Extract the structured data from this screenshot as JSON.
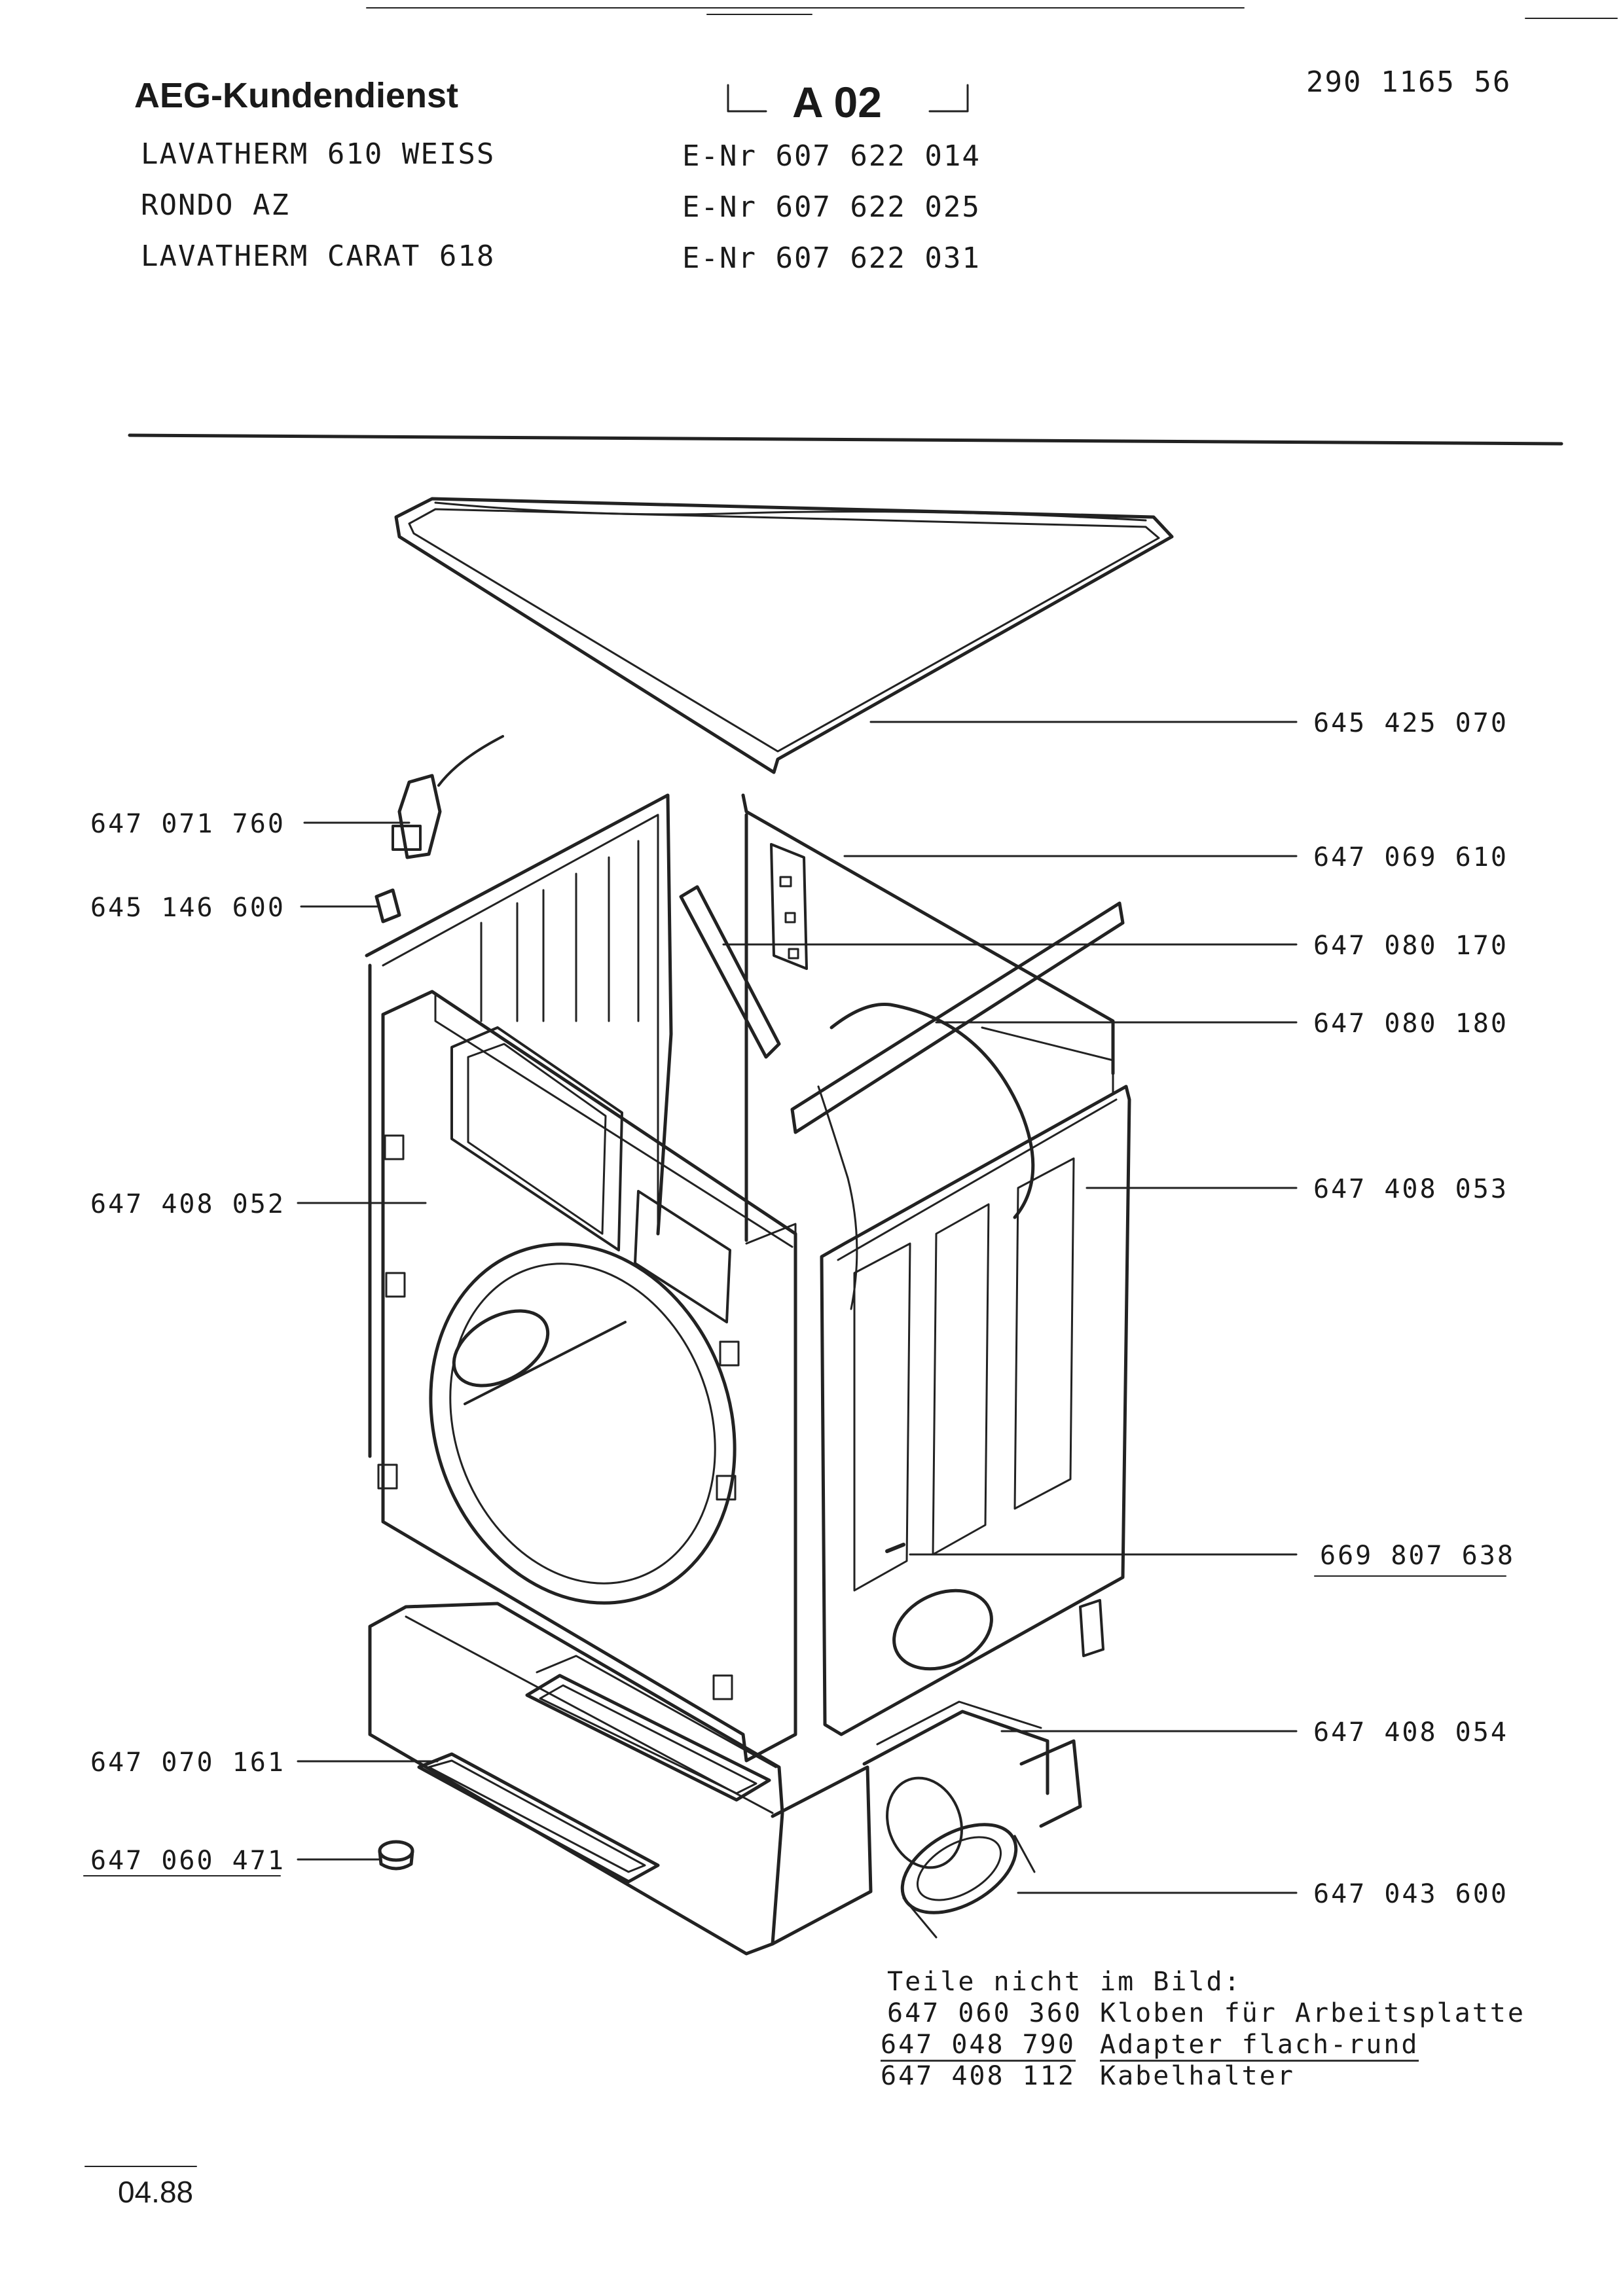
{
  "header": {
    "brand": "AEG-Kundendienst",
    "section_code": "A 02",
    "document_number": "290 1165 56",
    "models": [
      {
        "name": "LAVATHERM  610  WEISS",
        "enr": "E-Nr 607 622 014"
      },
      {
        "name": "RONDO  AZ",
        "enr": "E-Nr 607 622 025"
      },
      {
        "name": "LAVATHERM  CARAT  618",
        "enr": "E-Nr 607 622 031"
      }
    ]
  },
  "parts": {
    "left": [
      {
        "number": "647 071 760"
      },
      {
        "number": "645 146 600"
      },
      {
        "number": "647 408 052"
      },
      {
        "number": "647 070 161"
      },
      {
        "number": "647 060 471"
      }
    ],
    "right": [
      {
        "number": "645 425 070"
      },
      {
        "number": "647 069 610"
      },
      {
        "number": "647 080 170"
      },
      {
        "number": "647 080 180"
      },
      {
        "number": "647 408 053"
      },
      {
        "number": "669 807 638"
      },
      {
        "number": "647 408 054"
      },
      {
        "number": "647 043 600"
      }
    ]
  },
  "not_shown": {
    "heading": "Teile nicht im Bild:",
    "items": [
      {
        "number": "647 060 360",
        "description": "Kloben für Arbeitsplatte"
      },
      {
        "number": "647 048 790",
        "description": "Adapter flach-rund"
      },
      {
        "number": "647 408 112",
        "description": "Kabelhalter"
      }
    ]
  },
  "footer": {
    "date": "04.88"
  }
}
